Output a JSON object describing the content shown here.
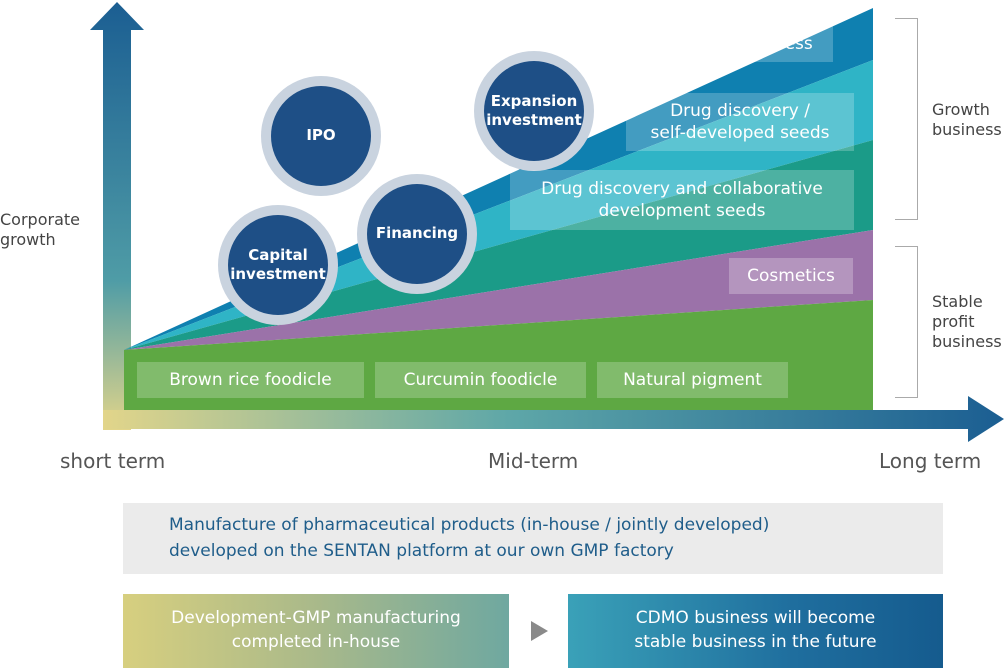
{
  "y_axis_label": [
    "Corporate",
    "growth"
  ],
  "x_axis_labels": {
    "short": "short term",
    "mid": "Mid-term",
    "long": "Long term"
  },
  "layers": {
    "base_items": [
      "Brown rice foodicle",
      "Curcumin foodicle",
      "Natural pigment"
    ],
    "cosmetics": "Cosmetics",
    "collab_seeds": [
      "Drug discovery and collaborative",
      "development seeds"
    ],
    "self_seeds": [
      "Drug discovery /",
      "self-developed seeds"
    ],
    "cdmo": "CDMO business"
  },
  "circles": {
    "ipo": "IPO",
    "capital": [
      "Capital",
      "investment"
    ],
    "financing": "Financing",
    "expansion": [
      "Expansion",
      "investment"
    ]
  },
  "brackets": {
    "growth": [
      "Growth",
      "business"
    ],
    "stable": [
      "Stable",
      "profit",
      "business"
    ]
  },
  "info": [
    "Manufacture of pharmaceutical products (in-house / jointly developed)",
    "developed on the SENTAN platform at our own GMP factory"
  ],
  "bottom_left": [
    "Development-GMP manufacturing",
    "completed in-house"
  ],
  "bottom_right": [
    "CDMO business will become",
    "stable business in the future"
  ],
  "colors": {
    "green": "#5ea843",
    "purple": "#9b72a9",
    "teal_dark": "#1b9b88",
    "teal": "#2fb4c6",
    "blue": "#0f80b0",
    "navy": "#1e4f86"
  }
}
